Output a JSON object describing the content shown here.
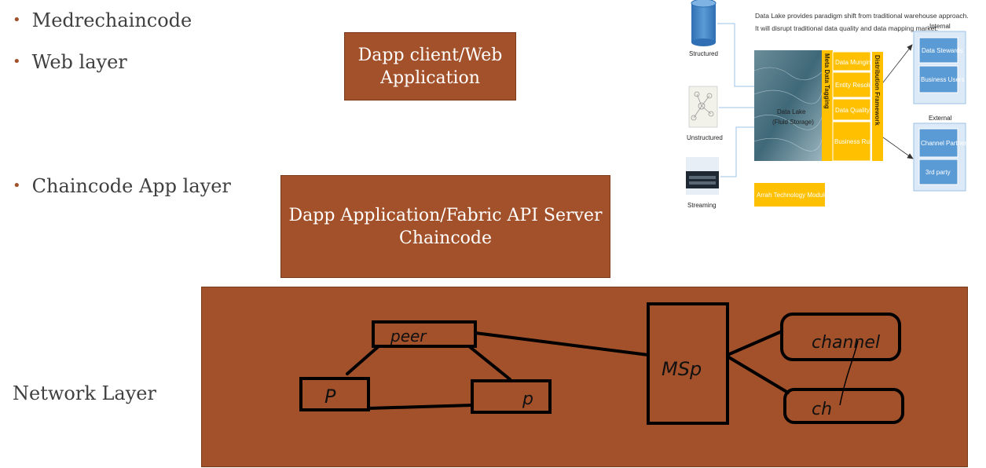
{
  "bullets": {
    "item1": "Medrechaincode",
    "item2": "Web layer",
    "item3": "Chaincode App layer",
    "network_label": "Network Layer"
  },
  "boxes": {
    "web_line1": "Dapp client/Web",
    "web_line2": "Application",
    "chaincode_line1": "Dapp Application/Fabric API Server",
    "chaincode_line2": "Chaincode"
  },
  "network": {
    "peer": "peer",
    "p_left": "P",
    "p_right": "p",
    "msp": "MSp",
    "channel": "channel",
    "ch": "ch"
  },
  "datalake": {
    "header_line1": "Data Lake provides paradigm shift from traditional warehouse approach.",
    "header_line2": "It will disrupt traditional data quality and data mapping market.",
    "sources": [
      "Structured",
      "Unstructured",
      "Streaming"
    ],
    "lake_label_line1": "Data Lake",
    "lake_label_line2": "(Fluid Storage)",
    "meta_tagging": "Meta Data Tagging",
    "modules": [
      "Data Munging",
      "Entity Resolution",
      "Data Quality",
      "Business Rule Mapping & Validation"
    ],
    "distribution": "Distribution Framework",
    "internal_title": "Internal",
    "internal_items": [
      "Data Stewards",
      "Business Users"
    ],
    "external_title": "External",
    "external_items": [
      "Channel Partner",
      "3rd party"
    ],
    "arrah_modules": "Arrah Technology Modules"
  },
  "colors": {
    "accent": "#a3512a",
    "yellow": "#ffc000",
    "blue": "#5b9bd5"
  }
}
